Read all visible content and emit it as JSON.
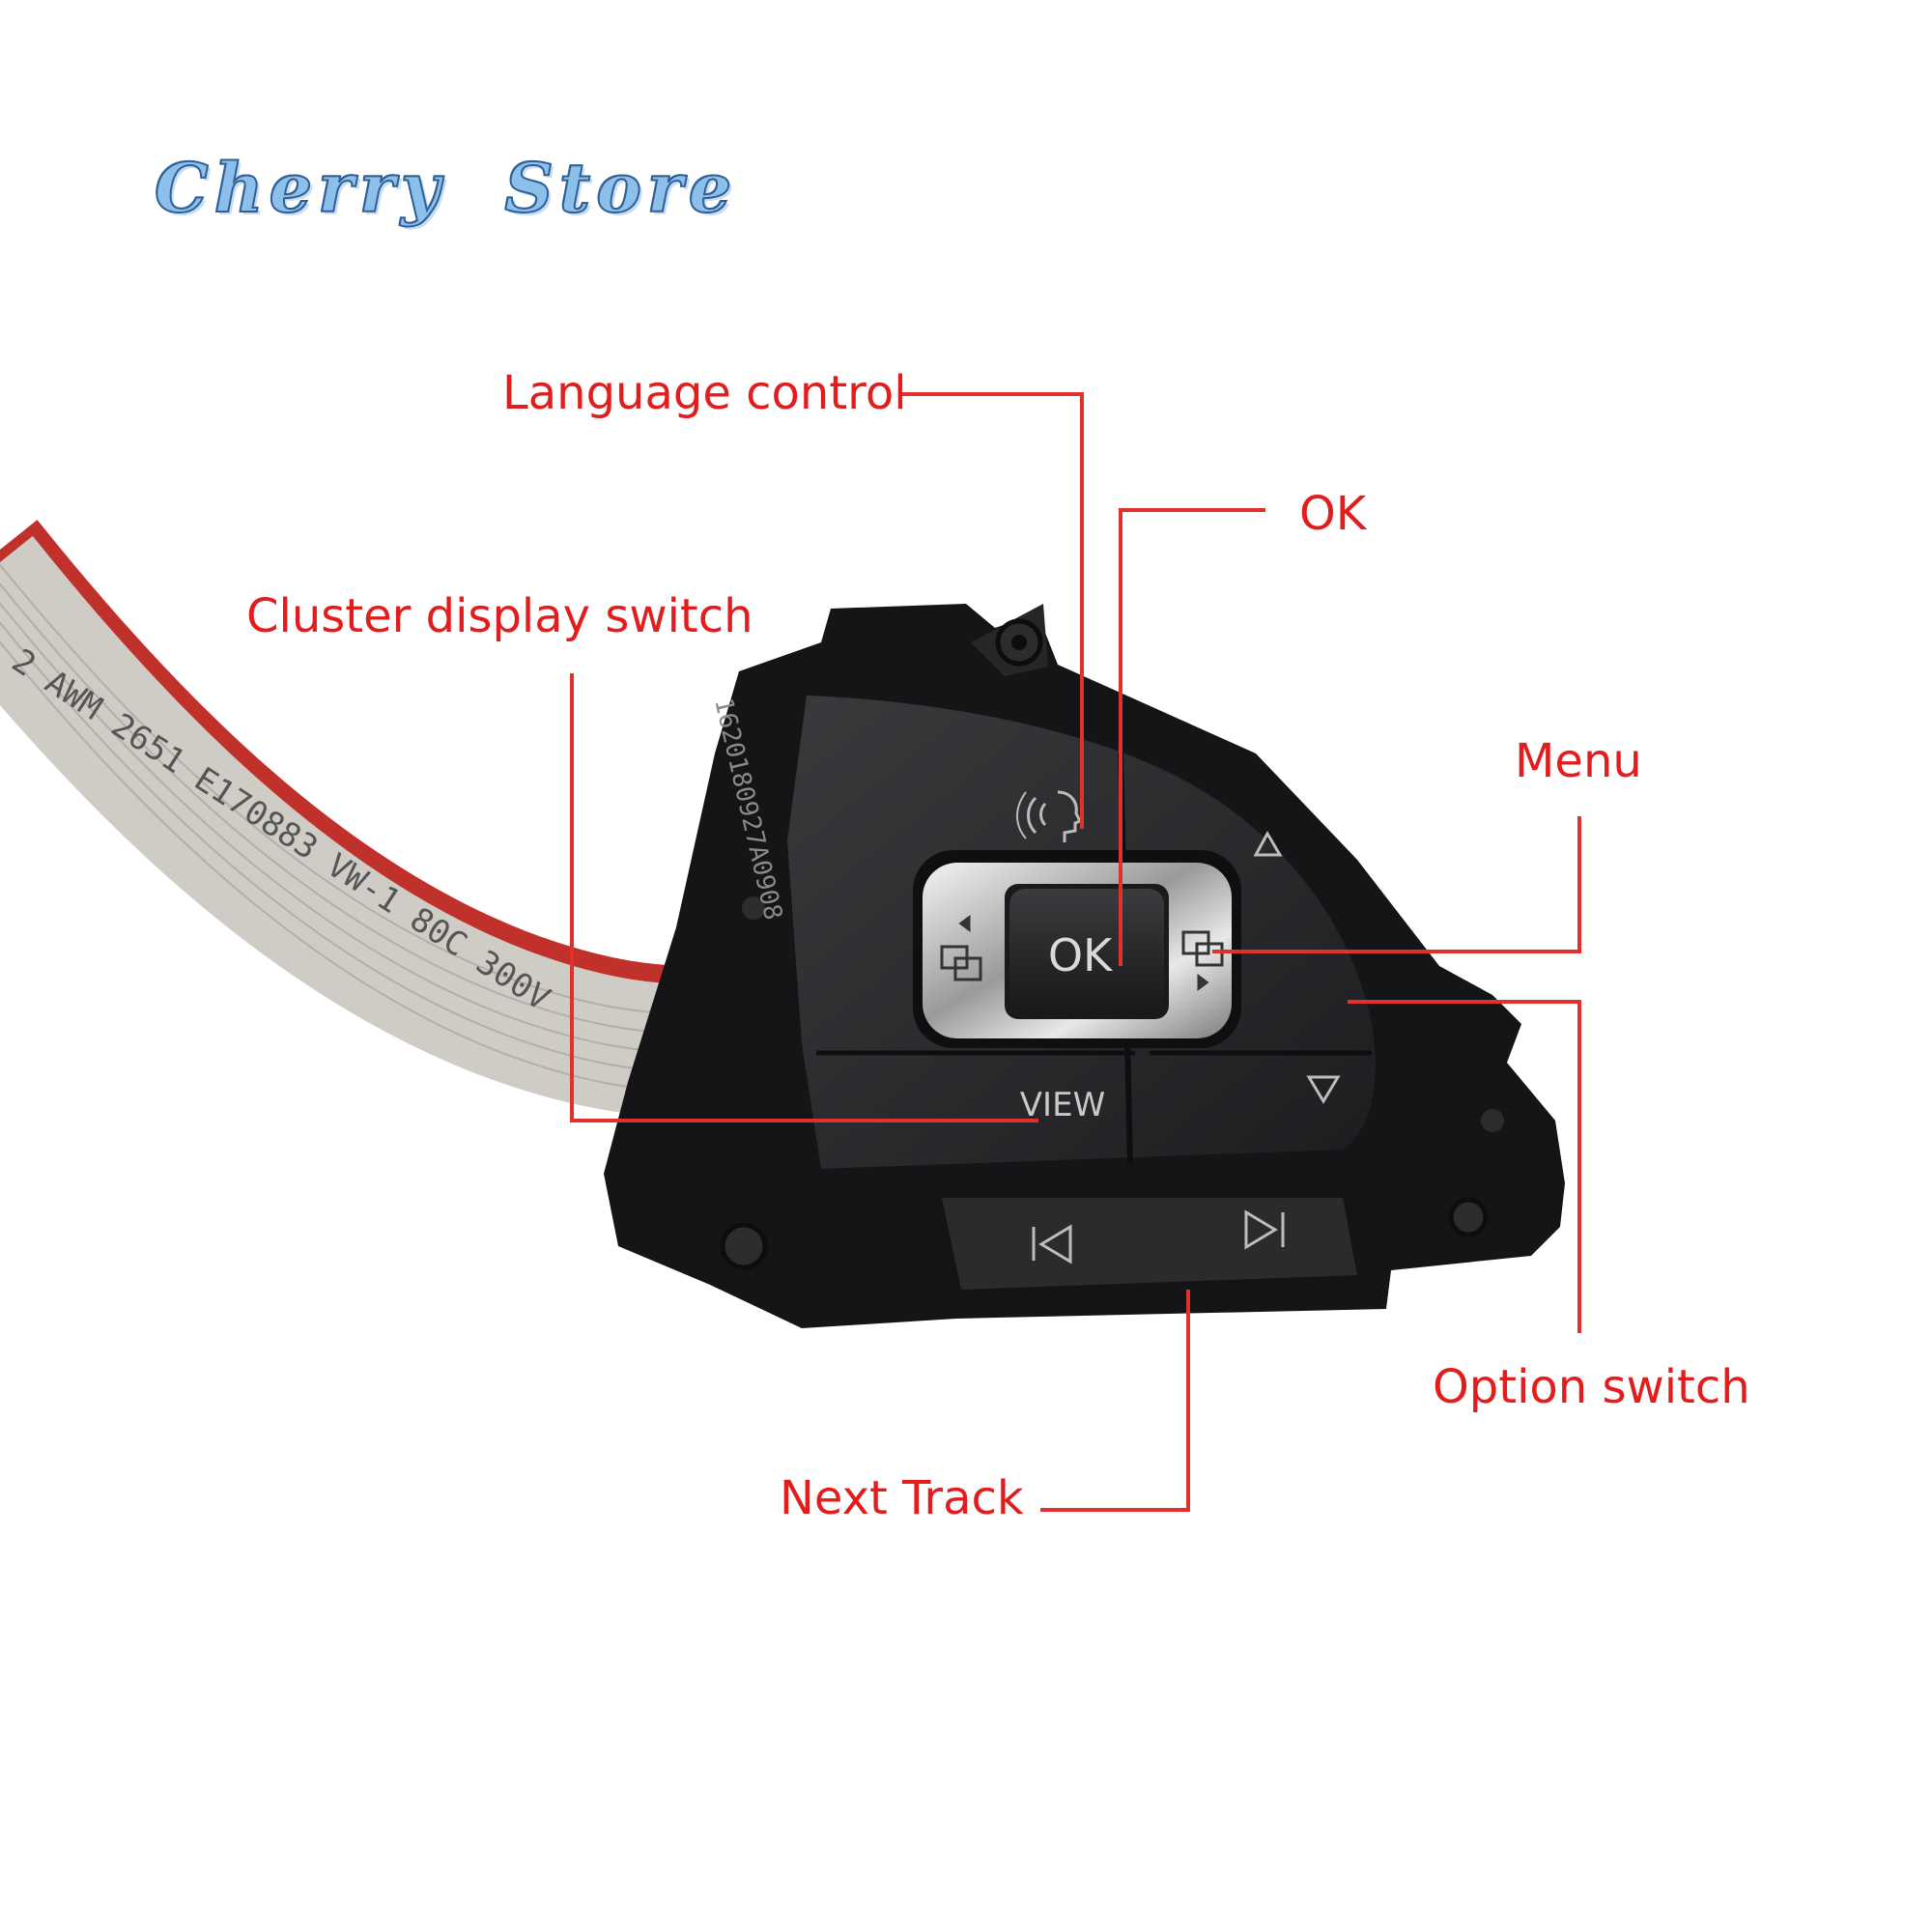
{
  "store": {
    "logo_text": "Cherry  Store"
  },
  "callouts": {
    "language_control": "Language control",
    "ok": "OK",
    "cluster_display_switch": "Cluster display switch",
    "menu": "Menu",
    "option_switch": "Option switch",
    "next_track": "Next Track"
  },
  "buttons": {
    "ok_label": "OK",
    "view_label": "VIEW"
  },
  "cable": {
    "print_main": "2 AWM 2651 E170883 VW-1 80C 300V",
    "print_side": "1620180927A0908"
  },
  "colors": {
    "callout": "#e11d1d",
    "cable": "#c8c5bf",
    "cable_stripe": "#c0312b",
    "housing": "#1c1c1e",
    "chrome": "#d4d4d4"
  }
}
